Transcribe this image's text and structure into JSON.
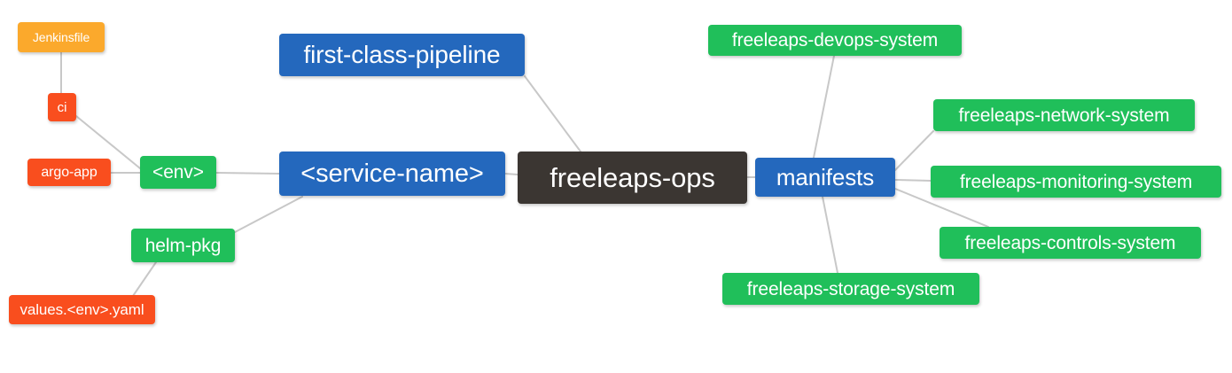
{
  "diagram": {
    "type": "mindmap",
    "root": "freeleaps-ops",
    "background": "#ffffff",
    "edge_color": "#c8c8c8",
    "palette": {
      "root_dark": "#3b3632",
      "blue": "#2468bd",
      "green": "#20bf5a",
      "red": "#f94e1e",
      "orange": "#fba92c",
      "text": "#ffffff"
    },
    "nodes": [
      {
        "id": "jenkinsfile",
        "label": "Jenkinsfile",
        "color": "#fba92c",
        "level": 3
      },
      {
        "id": "ci",
        "label": "ci",
        "color": "#f94e1e",
        "level": 2
      },
      {
        "id": "argo-app",
        "label": "argo-app",
        "color": "#f94e1e",
        "level": 2
      },
      {
        "id": "env",
        "label": "<env>",
        "color": "#20bf5a",
        "level": 2
      },
      {
        "id": "helm-pkg",
        "label": "helm-pkg",
        "color": "#20bf5a",
        "level": 2
      },
      {
        "id": "values-yaml",
        "label": "values.<env>.yaml",
        "color": "#f94e1e",
        "level": 3
      },
      {
        "id": "first-class-pipeline",
        "label": "first-class-pipeline",
        "color": "#2468bd",
        "level": 1
      },
      {
        "id": "service-name",
        "label": "<service-name>",
        "color": "#2468bd",
        "level": 1
      },
      {
        "id": "freeleaps-ops",
        "label": "freeleaps-ops",
        "color": "#3b3632",
        "level": 0
      },
      {
        "id": "manifests",
        "label": "manifests",
        "color": "#2468bd",
        "level": 1
      },
      {
        "id": "devops",
        "label": "freeleaps-devops-system",
        "color": "#20bf5a",
        "level": 2
      },
      {
        "id": "network",
        "label": "freeleaps-network-system",
        "color": "#20bf5a",
        "level": 2
      },
      {
        "id": "monitoring",
        "label": "freeleaps-monitoring-system",
        "color": "#20bf5a",
        "level": 2
      },
      {
        "id": "controls",
        "label": "freeleaps-controls-system",
        "color": "#20bf5a",
        "level": 2
      },
      {
        "id": "storage",
        "label": "freeleaps-storage-system",
        "color": "#20bf5a",
        "level": 2
      }
    ],
    "edges": [
      {
        "from": "jenkinsfile",
        "to": "ci"
      },
      {
        "from": "ci",
        "to": "env"
      },
      {
        "from": "argo-app",
        "to": "env"
      },
      {
        "from": "env",
        "to": "service-name"
      },
      {
        "from": "helm-pkg",
        "to": "service-name"
      },
      {
        "from": "values-yaml",
        "to": "helm-pkg"
      },
      {
        "from": "first-class-pipeline",
        "to": "freeleaps-ops"
      },
      {
        "from": "service-name",
        "to": "freeleaps-ops"
      },
      {
        "from": "freeleaps-ops",
        "to": "manifests"
      },
      {
        "from": "manifests",
        "to": "devops"
      },
      {
        "from": "manifests",
        "to": "network"
      },
      {
        "from": "manifests",
        "to": "monitoring"
      },
      {
        "from": "manifests",
        "to": "controls"
      },
      {
        "from": "manifests",
        "to": "storage"
      }
    ]
  }
}
